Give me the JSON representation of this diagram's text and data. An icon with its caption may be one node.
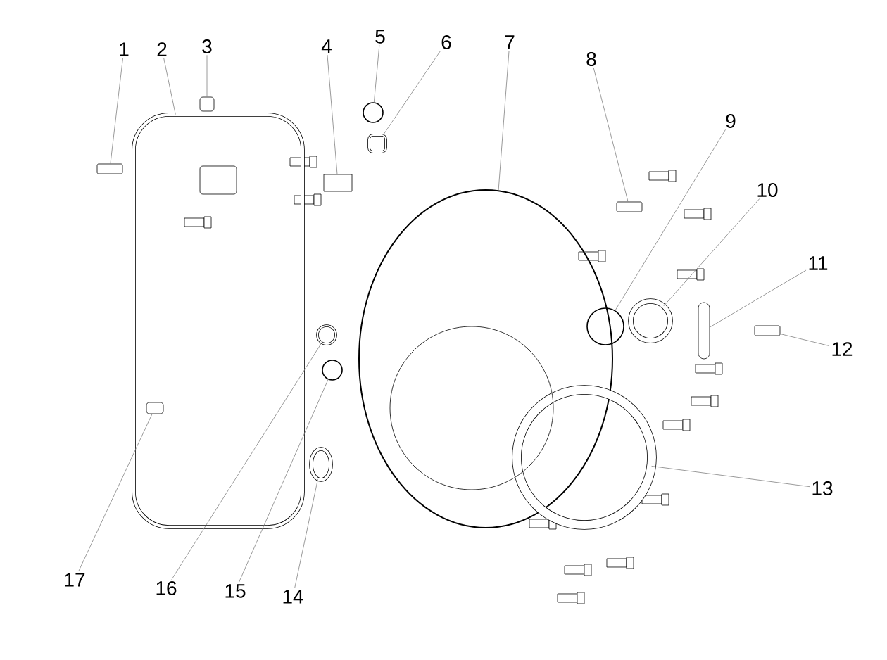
{
  "diagram": {
    "nodes": [
      {
        "text": [
          "1"
        ]
      },
      {
        "text": [
          "2"
        ]
      },
      {
        "text": [
          "3"
        ]
      },
      {
        "text": [
          "4"
        ]
      },
      {
        "text": [
          "5"
        ]
      },
      {
        "text": [
          "6"
        ]
      },
      {
        "text": [
          "7"
        ]
      },
      {
        "text": [
          "8"
        ]
      },
      {
        "text": [
          "9"
        ]
      },
      {
        "text": [
          "10"
        ]
      },
      {
        "text": [
          "11"
        ]
      },
      {
        "text": [
          "12"
        ]
      },
      {
        "text": [
          "13"
        ]
      },
      {
        "text": [
          "14"
        ]
      },
      {
        "text": [
          "15"
        ]
      },
      {
        "text": [
          "16"
        ]
      },
      {
        "text": [
          "17"
        ]
      },
      {
        "text": [],
        "shape": "bolt"
      },
      {
        "text": [],
        "shape": "gasket"
      },
      {
        "text": [],
        "shape": "clip"
      },
      {
        "text": [],
        "shape": "bracket"
      },
      {
        "text": [],
        "shape": "ring"
      },
      {
        "text": [],
        "shape": "bushing"
      },
      {
        "text": [],
        "shape": "cover"
      },
      {
        "text": [],
        "shape": "bolt"
      },
      {
        "text": [],
        "shape": "ring"
      },
      {
        "text": [],
        "shape": "disc"
      },
      {
        "text": [],
        "shape": "lever"
      },
      {
        "text": [],
        "shape": "bolt"
      },
      {
        "text": [],
        "shape": "plate"
      },
      {
        "text": [],
        "shape": "seal"
      },
      {
        "text": [],
        "shape": "ring"
      },
      {
        "text": [],
        "shape": "plug"
      },
      {
        "text": [],
        "shape": "dowel",
        "in": 18
      }
    ],
    "edges": [
      {
        "from": 0,
        "to": 17,
        "arrow": "none"
      },
      {
        "from": 1,
        "to": 18,
        "arrow": "none"
      },
      {
        "from": 2,
        "to": 19,
        "arrow": "none"
      },
      {
        "from": 3,
        "to": 20,
        "arrow": "none"
      },
      {
        "from": 4,
        "to": 21,
        "arrow": "none"
      },
      {
        "from": 5,
        "to": 22,
        "arrow": "none"
      },
      {
        "from": 6,
        "to": 23,
        "arrow": "none"
      },
      {
        "from": 7,
        "to": 24,
        "arrow": "none"
      },
      {
        "from": 8,
        "to": 25,
        "arrow": "none"
      },
      {
        "from": 9,
        "to": 26,
        "arrow": "none"
      },
      {
        "from": 10,
        "to": 27,
        "arrow": "none"
      },
      {
        "from": 11,
        "to": 28,
        "arrow": "none"
      },
      {
        "from": 12,
        "to": 29,
        "arrow": "none"
      },
      {
        "from": 13,
        "to": 30,
        "arrow": "none"
      },
      {
        "from": 14,
        "to": 31,
        "arrow": "none"
      },
      {
        "from": 15,
        "to": 32,
        "arrow": "none"
      },
      {
        "from": 16,
        "to": 33,
        "arrow": "none"
      }
    ]
  }
}
